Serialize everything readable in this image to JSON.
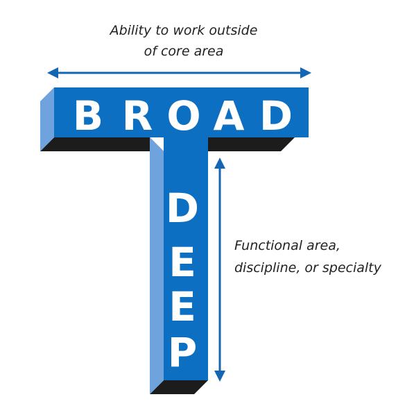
{
  "top_annotation": {
    "line1": "Ability to work outside",
    "line2": "of core area"
  },
  "side_annotation": {
    "line1": "Functional area,",
    "line2": "discipline, or specialty"
  },
  "broad_letters": [
    "B",
    "R",
    "O",
    "A",
    "D"
  ],
  "deep_letters": [
    "D",
    "E",
    "E",
    "P"
  ],
  "colors": {
    "face": "#0d6fc2",
    "side": "#6fa3dd",
    "shadow": "#1c1c1c",
    "arrow": "#1565b5",
    "letter": "#ffffff",
    "text": "#222222"
  }
}
